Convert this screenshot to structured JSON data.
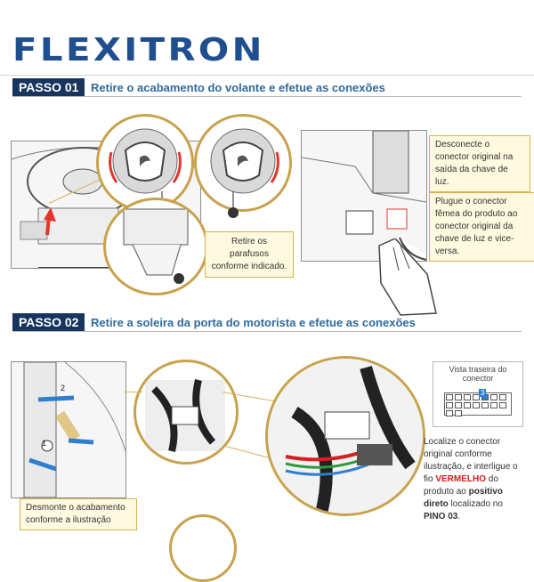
{
  "brand": {
    "logo_text": "FLEXITRON",
    "color": "#1f4f8f"
  },
  "steps": [
    {
      "badge": "PASSO 01",
      "title": "Retire o acabamento do volante e efetue as conexões",
      "captions": {
        "screws": "Retire os parafusos conforme indicado.",
        "disconnect": "Desconecte o conector original na saída da chave de luz.",
        "plug": "Plugue o conector fêmea do produto ao conector original da chave de luz e vice-versa."
      }
    },
    {
      "badge": "PASSO 02",
      "title": "Retire a soleira da porta do motorista e efetue as conexões",
      "captions": {
        "remove_trim": "Desmonte o acabamento conforme a ilustração",
        "locate_prefix": "Localize o conector original conforme ilustração, e interligue o fio ",
        "locate_wire": "VERMELHO",
        "locate_mid": " do produto ao ",
        "locate_term": "positivo direto",
        "locate_mid2": " localizado no ",
        "locate_pin": "PINO 03",
        "locate_end": "."
      },
      "connector": {
        "title": "Vista traseira do conector",
        "pin_highlight": "3"
      },
      "markers": {
        "number_1": "1",
        "number_2": "2"
      }
    }
  ],
  "colors": {
    "badge_bg": "#17355d",
    "title_text": "#2f6a9d",
    "accent_gold": "#c8a24d",
    "arrow_red": "#e2362b",
    "wire_red": "#d32020",
    "clip_blue": "#2f7fd0"
  }
}
